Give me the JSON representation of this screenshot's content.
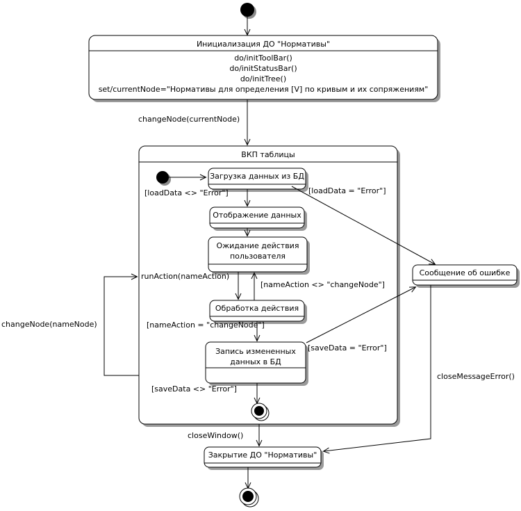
{
  "diagram": {
    "type": "uml-state-machine",
    "language": "ru",
    "colors": {
      "stroke": "#000000",
      "fill": "#ffffff",
      "shadow": "#9a9a9a"
    }
  },
  "states": {
    "init_state": {
      "title": "Инициализация ДО \"Нормативы\"",
      "actions": [
        "do/initToolBar()",
        "do/initStatusBar()",
        "do/initTree()",
        "set/currentNode=\"Нормативы для определения [V] по кривым и их сопряжениям\""
      ]
    },
    "composite": {
      "title": "ВКП таблицы"
    },
    "load_data": {
      "title": "Загрузка данных из БД"
    },
    "show_data": {
      "title": "Отображение данных"
    },
    "wait_action": {
      "title_line1": "Ожидание действия",
      "title_line2": "пользователя"
    },
    "process_action": {
      "title": "Обработка действия"
    },
    "save_data": {
      "title_line1": "Запись измененных",
      "title_line2": "данных в БД"
    },
    "error_message": {
      "title": "Сообщение об ошибке"
    },
    "close_state": {
      "title": "Закрытие ДО \"Нормативы\""
    }
  },
  "nodes": {
    "start_top": "initial-node",
    "start_inner": "initial-node",
    "final_inner": "final-node",
    "final_bottom": "final-node"
  },
  "transitions": {
    "change_node_current": "changeNode(currentNode)",
    "load_data_ok": "[loadData <> \"Error\"]",
    "load_data_error": "[loadData = \"Error\"]",
    "run_action": "runAction(nameAction)",
    "name_action_not_change": "[nameAction <> \"changeNode\"]",
    "name_action_change": "[nameAction = \"changeNode\"]",
    "save_data_error": "[saveData = \"Error\"]",
    "save_data_ok": "[saveData <> \"Error\"]",
    "change_node_name": "changeNode(nameNode)",
    "close_window": "closeWindow()",
    "close_message_error": "closeMessageError()"
  }
}
